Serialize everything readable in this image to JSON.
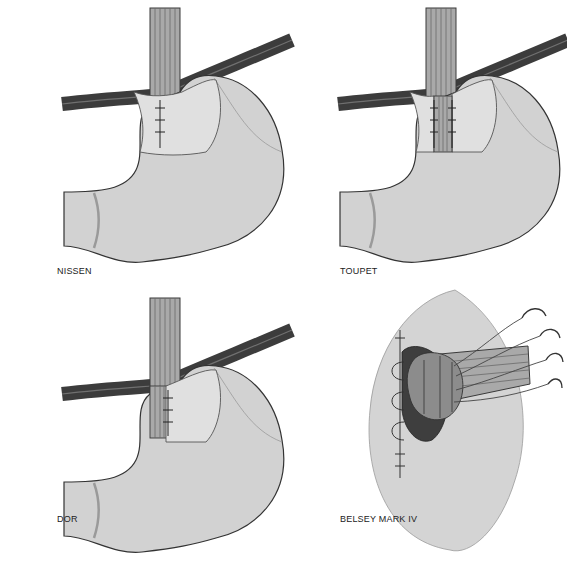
{
  "diagram": {
    "labels": [
      "NISSEN",
      "TOUPET",
      "DOR",
      "BELSEY MARK IV"
    ]
  }
}
